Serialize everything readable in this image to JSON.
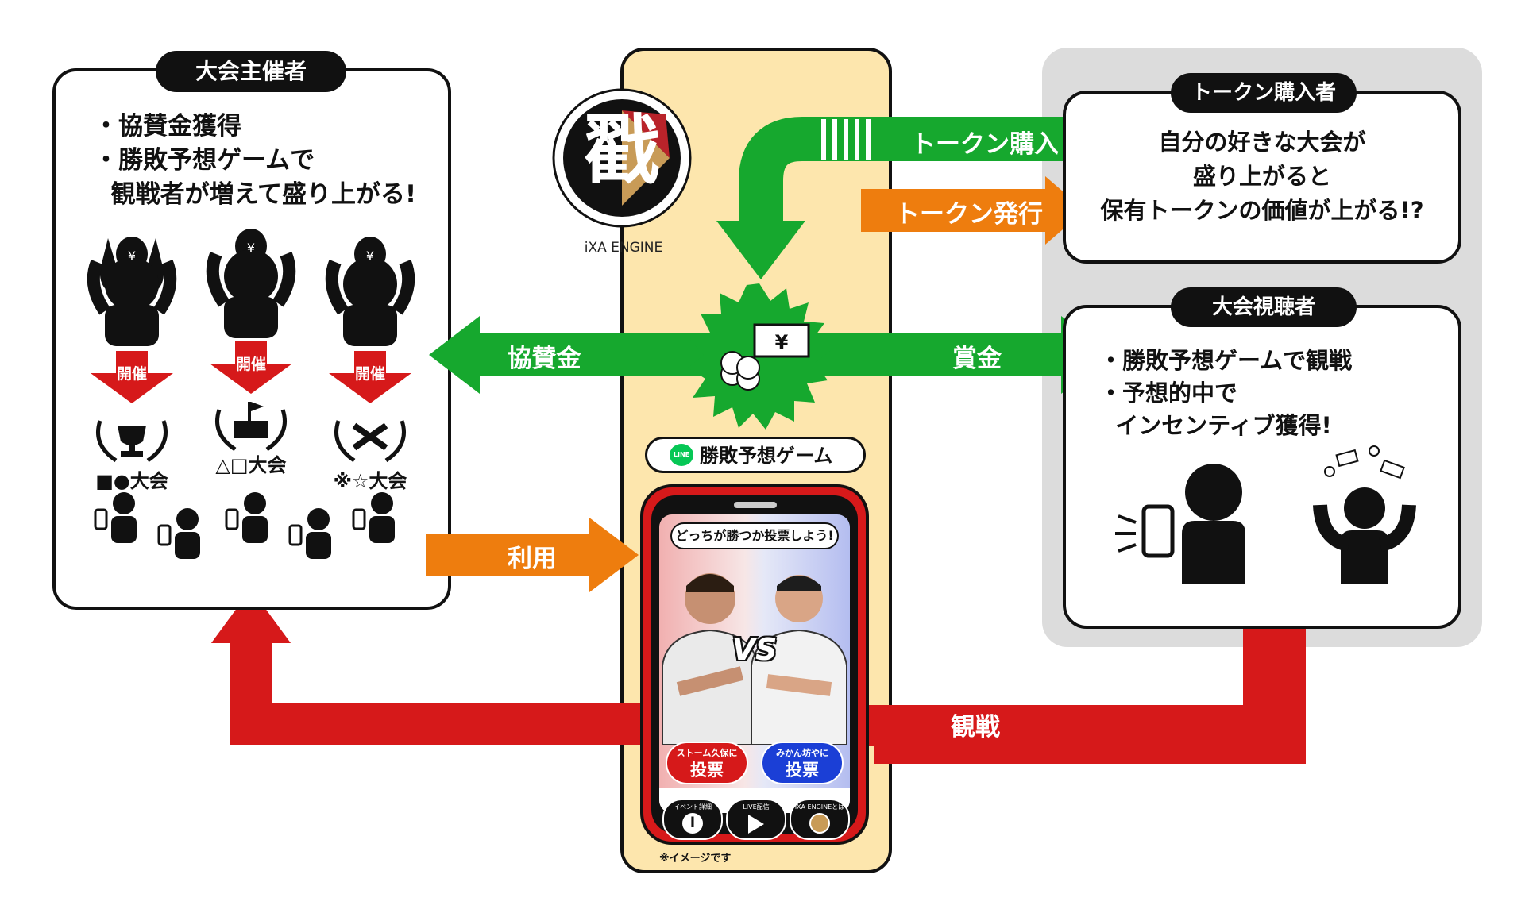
{
  "organizer": {
    "title": "大会主催者",
    "bullets": "・協賛金獲得\n・勝敗予想ゲームで\n  観戦者が増えて盛り上がる!",
    "hold_label": "開催",
    "tournaments": [
      "■●大会",
      "△□大会",
      "※☆大会"
    ]
  },
  "logo": {
    "kanji": "戳",
    "caption": "iXA ENGINE"
  },
  "token_buyer": {
    "title": "トークン購入者",
    "text": "自分の好きな大会が\n盛り上がると\n保有トークンの価値が上がる!?"
  },
  "viewer": {
    "title": "大会視聴者",
    "bullets": "・勝敗予想ゲームで観戦\n・予想的中で\n  インセンティブ獲得!"
  },
  "arrows": {
    "token_purchase": "トークン購入",
    "token_issue": "トークン発行",
    "sponsorship": "協賛金",
    "prize": "賞金",
    "use": "利用",
    "watch": "観戦"
  },
  "game": {
    "badge_line": "LINE",
    "title": "勝敗予想ゲーム",
    "question": "どっちが勝つか投票しよう!",
    "vs": "VS",
    "vote_left_sub": "ストーム久保に",
    "vote_left_main": "投票",
    "vote_right_sub": "みかん坊やに",
    "vote_right_main": "投票",
    "nav": [
      "イベント詳細",
      "LIVE配信",
      "iXA ENGINEとは"
    ],
    "note": "※イメージです"
  },
  "colors": {
    "green": "#16a82e",
    "orange": "#ee7d0e",
    "red": "#d6191a",
    "tan": "#fde6ad",
    "gray": "#dcdcdc"
  }
}
